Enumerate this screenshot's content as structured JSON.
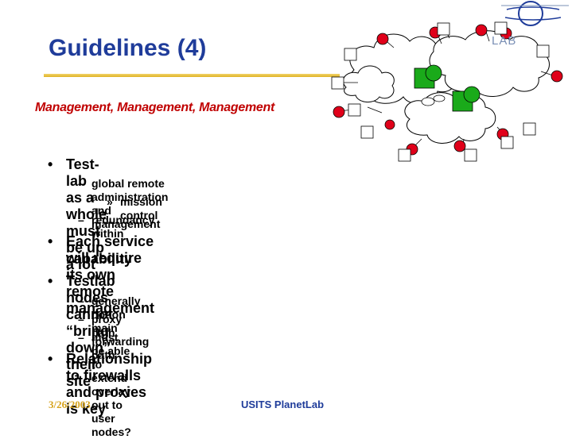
{
  "slide": {
    "title": "Guidelines (4)",
    "subtitle": "Management, Management, Management",
    "bullets": [
      {
        "text": "Test-lab as a whole must be up a lot"
      },
      {
        "text": "global remote administration and management"
      },
      {
        "text": "mission control"
      },
      {
        "text": "redundancy within"
      },
      {
        "text": "Each service will require its own remote management"
      },
      {
        "text": "capability"
      },
      {
        "text": "Testlab nodes cannot “bring down” their site"
      },
      {
        "text": "generally not on main forwarding path"
      },
      {
        "text": "proxy path"
      },
      {
        "text": "must be able to extend overlay out to user nodes?"
      },
      {
        "text": "Relationship to firewalls and proxies is key"
      }
    ],
    "markers": {
      "level1": "•",
      "level2": "–",
      "level3": "»"
    }
  },
  "footer": {
    "date": "3/26/2003",
    "title": "USITS PlanetLab"
  },
  "logo": {
    "text": "PLANETLAB",
    "visible_text": "LAB"
  },
  "colors": {
    "title": "#1f3c9a",
    "subtitle": "#c00000",
    "rule": "#e0b325",
    "footer_date": "#d6a21a",
    "node_red": "#e0001a",
    "node_green": "#1aaa1a"
  }
}
